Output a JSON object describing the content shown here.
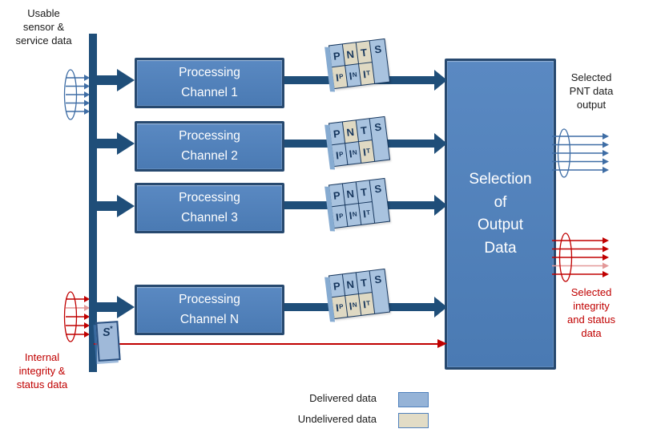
{
  "title": "PNT processing channels and output selection diagram",
  "labels": {
    "usable": "Usable\nsensor &\nservice data",
    "selected_pnt": "Selected\nPNT data\noutput",
    "selected_integrity": "Selected\nintegrity\nand status\ndata",
    "internal": "Internal\nintegrity &\nstatus data",
    "selection_box": "Selection\nof\nOutput\nData",
    "s_box": {
      "base": "S",
      "sup": "*"
    }
  },
  "channels": [
    {
      "label": "Processing\nChannel 1"
    },
    {
      "label": "Processing\nChannel 2"
    },
    {
      "label": "Processing\nChannel 3"
    },
    {
      "label": "Processing\nChannel N"
    }
  ],
  "grids": [
    {
      "name": "channel-1",
      "cells": [
        {
          "base": "P",
          "sub": "",
          "state": "delivered",
          "color": "#a9c3df"
        },
        {
          "base": "N",
          "sub": "",
          "state": "undelivered",
          "color": "#dfd9c3"
        },
        {
          "base": "T",
          "sub": "",
          "state": "undelivered",
          "color": "#dfd9c3"
        },
        {
          "base": "S",
          "sub": "",
          "state": "delivered",
          "color": "#a9c3df"
        },
        {
          "base": "I",
          "sub": "P",
          "state": "undelivered",
          "color": "#dfd9c3"
        },
        {
          "base": "I",
          "sub": "N",
          "state": "delivered",
          "color": "#a9c3df"
        },
        {
          "base": "I",
          "sub": "T",
          "state": "undelivered",
          "color": "#dfd9c3"
        }
      ]
    },
    {
      "name": "channel-2",
      "cells": [
        {
          "base": "P",
          "sub": "",
          "state": "delivered",
          "color": "#a9c3df"
        },
        {
          "base": "N",
          "sub": "",
          "state": "undelivered",
          "color": "#dfd9c3"
        },
        {
          "base": "T",
          "sub": "",
          "state": "delivered",
          "color": "#a9c3df"
        },
        {
          "base": "S",
          "sub": "",
          "state": "delivered",
          "color": "#a9c3df"
        },
        {
          "base": "I",
          "sub": "P",
          "state": "delivered",
          "color": "#a9c3df"
        },
        {
          "base": "I",
          "sub": "N",
          "state": "delivered",
          "color": "#a9c3df"
        },
        {
          "base": "I",
          "sub": "T",
          "state": "undelivered",
          "color": "#dfd9c3"
        }
      ]
    },
    {
      "name": "channel-3",
      "cells": [
        {
          "base": "P",
          "sub": "",
          "state": "delivered",
          "color": "#a9c3df"
        },
        {
          "base": "N",
          "sub": "",
          "state": "delivered",
          "color": "#a9c3df"
        },
        {
          "base": "T",
          "sub": "",
          "state": "delivered",
          "color": "#a9c3df"
        },
        {
          "base": "S",
          "sub": "",
          "state": "delivered",
          "color": "#a9c3df"
        },
        {
          "base": "I",
          "sub": "P",
          "state": "delivered",
          "color": "#a9c3df"
        },
        {
          "base": "I",
          "sub": "N",
          "state": "delivered",
          "color": "#a9c3df"
        },
        {
          "base": "I",
          "sub": "T",
          "state": "delivered",
          "color": "#a9c3df"
        }
      ]
    },
    {
      "name": "channel-N",
      "cells": [
        {
          "base": "P",
          "sub": "",
          "state": "delivered",
          "color": "#a9c3df"
        },
        {
          "base": "N",
          "sub": "",
          "state": "delivered",
          "color": "#a9c3df"
        },
        {
          "base": "T",
          "sub": "",
          "state": "delivered",
          "color": "#a9c3df"
        },
        {
          "base": "S",
          "sub": "",
          "state": "delivered",
          "color": "#a9c3df"
        },
        {
          "base": "I",
          "sub": "P",
          "state": "undelivered",
          "color": "#dfd9c3"
        },
        {
          "base": "I",
          "sub": "N",
          "state": "undelivered",
          "color": "#dfd9c3"
        },
        {
          "base": "I",
          "sub": "T",
          "state": "undelivered",
          "color": "#dfd9c3"
        }
      ]
    }
  ],
  "legend": {
    "items": [
      {
        "label": "Delivered data",
        "color": "#95b3d7"
      },
      {
        "label": "Undelivered data",
        "color": "#e2dcc6"
      }
    ]
  },
  "colors": {
    "box_fill": "#4f81bd",
    "box_border": "#27496f",
    "bus_arrow_dark_blue": "#1f4e79",
    "thin_arrow_blue": "#3e6da5",
    "status_red": "#c00000",
    "status_red_light": "#e39898",
    "cell_delivered_blue": "#a9c3df",
    "cell_undelivered_cream": "#dfd9c3"
  }
}
